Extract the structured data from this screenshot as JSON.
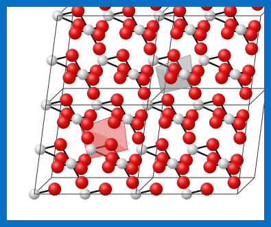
{
  "diagram": {
    "type": "crystal-lattice-ball-and-stick",
    "atom_types": [
      {
        "name": "oxygen",
        "color": "#e01414",
        "highlight": "#ff8a8a",
        "shade": "#8a0000"
      },
      {
        "name": "metal",
        "color": "#d2d2d2",
        "highlight": "#ffffff",
        "shade": "#7a7a7a"
      }
    ],
    "colors": {
      "frame_border": "#0a6fc2",
      "background": "#ffffff",
      "bond": "#111111",
      "cell_edge": "#333333",
      "polyhedron_red": "#d93a3a",
      "polyhedron_gray": "#8c8c8c"
    },
    "unit_cells": {
      "along_a": 2,
      "along_c": 2
    },
    "highlighted_polyhedra": [
      "red-octahedron",
      "gray-octahedron"
    ]
  }
}
